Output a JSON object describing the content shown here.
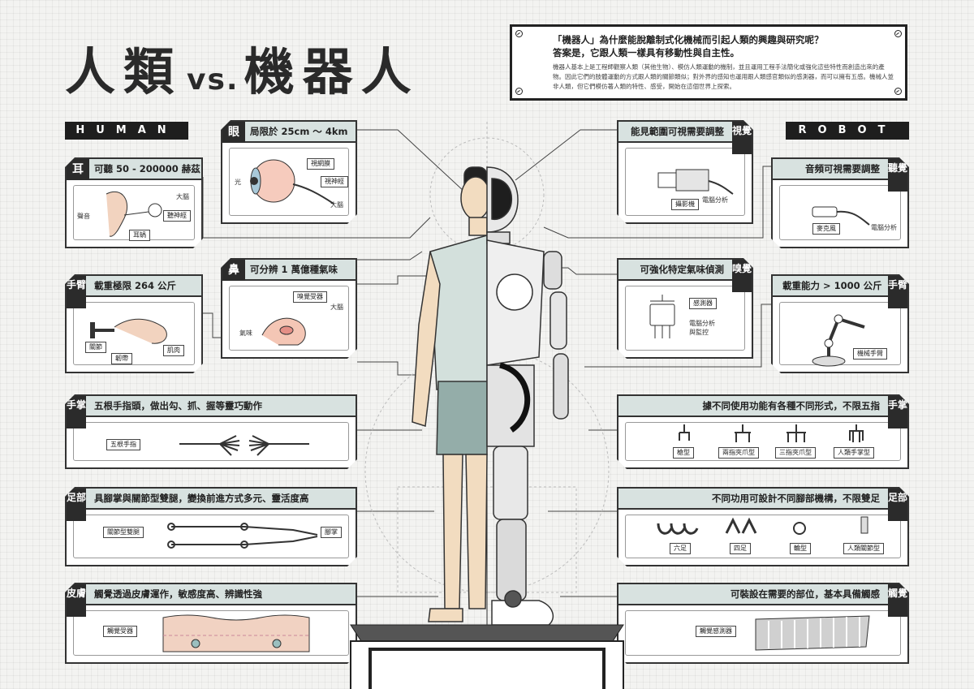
{
  "title": {
    "left": "人類",
    "vs": "vs.",
    "right": "機器人"
  },
  "intro": {
    "question": "「機器人」為什麼能脫離制式化機械而引起人類的興趣與研究呢？",
    "answer": "答案是，它跟人類一樣具有移動性與自主性。",
    "body": "機器人基本上是工程師觀察人類（其他生物）、模仿人類運動的機制，並且運用工程手法簡化或強化這些特性而創造出來的產物。因此它們的肢體運動的方式跟人類的關節類似；對外界的感知也運用跟人類感官類似的感測器，而可以擁有五感。機械人並非人類，但它們模仿著人類的特性、感受，開始在這個世界上探索。"
  },
  "side_labels": {
    "human": "HUMAN",
    "robot": "ROBOT"
  },
  "human": {
    "eye": {
      "tag": "眼",
      "text": "局限於 25cm ～ 4km",
      "light": "光",
      "retina": "視網膜",
      "optic": "視神經",
      "brain": "大腦"
    },
    "ear": {
      "tag": "耳",
      "text": "可聽 50 - 200000 赫茲",
      "sound": "聲音",
      "brain": "大腦",
      "nerve": "聽神經",
      "cochlea": "耳蝸"
    },
    "nose": {
      "tag": "鼻",
      "text": "可分辨 1 萬億種氣味",
      "receptor": "嗅覺受器",
      "brain": "大腦",
      "smell": "氣味"
    },
    "arm": {
      "tag": "手臂",
      "text": "載重極限 264 公斤",
      "joint": "關節",
      "ligament": "韌帶",
      "muscle": "肌肉"
    },
    "hand": {
      "tag": "手掌",
      "text": "五根手指頭，做出勾、抓、握等靈巧動作",
      "label": "五根手指"
    },
    "foot": {
      "tag": "足部",
      "text": "具腳掌與關節型雙腿，變換前進方式多元、靈活度高",
      "legs": "關節型雙腿",
      "sole": "腳掌"
    },
    "skin": {
      "tag": "皮膚",
      "text": "觸覺透過皮膚運作，敏感度高、辨識性強",
      "receptor": "觸覺受器"
    }
  },
  "robot": {
    "vision": {
      "tag": "視覺",
      "text": "能見範圍可視需要調整",
      "camera": "攝影機",
      "analysis": "電腦分析"
    },
    "hearing": {
      "tag": "聽覺",
      "text": "音頻可視需要調整",
      "mic": "麥克風",
      "analysis": "電腦分析"
    },
    "smell": {
      "tag": "嗅覺",
      "text": "可強化特定氣味偵測",
      "sensor": "感測器",
      "analysis": "電腦分析",
      "monitor": "與監控"
    },
    "arm": {
      "tag": "手臂",
      "text": "載重能力 > 1000 公斤",
      "label": "機械手臂"
    },
    "hand": {
      "tag": "手掌",
      "text": "據不同使用功能有各種不同形式，不限五指",
      "types": [
        "槍型",
        "兩指夾爪型",
        "三指夾爪型",
        "人類手掌型"
      ]
    },
    "foot": {
      "tag": "足部",
      "text": "不同功用可設計不同腳部機構，不限雙足",
      "types": [
        "六足",
        "四足",
        "輪型",
        "人類關節型"
      ]
    },
    "touch": {
      "tag": "觸覺",
      "text": "可裝設在需要的部位，基本具備觸感",
      "label": "觸覺感測器"
    }
  },
  "colors": {
    "panel_head": "#d8e2e0",
    "dark": "#2b2b2b",
    "shirt": "#d3e0dc",
    "shorts": "#94ada9",
    "skin": "#f2dcc0"
  }
}
